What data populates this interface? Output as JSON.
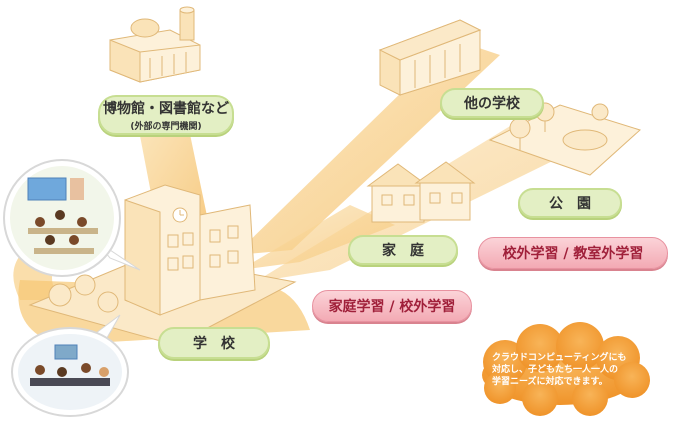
{
  "nodes": {
    "museum": {
      "label": "博物館・図書館など",
      "sub": "(外部の専門機関)"
    },
    "other_school": {
      "label": "他の学校"
    },
    "park": {
      "label": "公　園"
    },
    "home": {
      "label": "家　庭"
    },
    "school": {
      "label": "学　校"
    }
  },
  "learning": {
    "home_learning": "家庭学習 / 校外学習",
    "outside_learning": "校外学習 / 教室外学習"
  },
  "cloud": {
    "text": "クラウドコンピューティングにも\n対応し、子どもたち一人一人の\n学習ニーズに対応できます。"
  },
  "colors": {
    "road": "#f7c873",
    "road_light": "#fbe3b4",
    "building_line": "#e0b878",
    "building_fill": "#fdf1da",
    "label_green": "#e3efc4",
    "label_pink": "#f3aab4",
    "cloud": "#f5a23c"
  }
}
